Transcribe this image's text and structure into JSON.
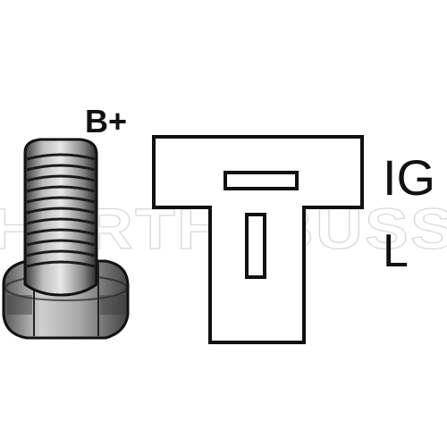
{
  "diagram": {
    "terminal_bolt_label": "B+",
    "connector_labels": [
      "IG",
      "L"
    ],
    "watermark": "HERTH+BUSS"
  },
  "colors": {
    "line": "#111111",
    "background": "#ffffff",
    "bolt_light": "#d9d9d9",
    "bolt_dark": "#2a2a2a",
    "watermark": "#b8b8b8"
  },
  "icons": {
    "bolt": "threaded-terminal-bolt-icon",
    "connector": "t-shaped-plug-connector-icon"
  }
}
